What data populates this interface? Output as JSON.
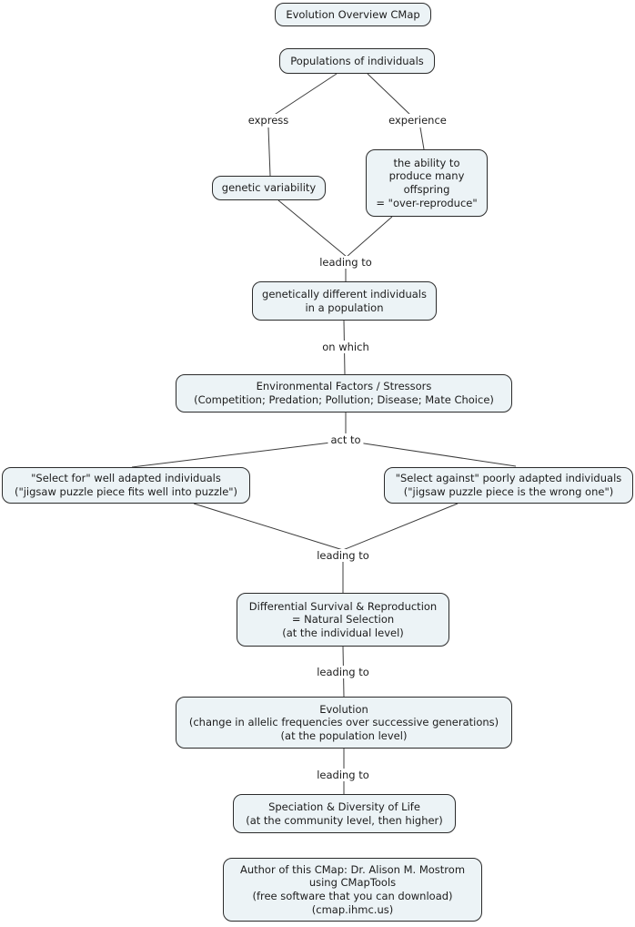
{
  "map": {
    "title": "Evolution Overview CMap",
    "tool": "CMapTools"
  },
  "colors": {
    "node_fill": "#ecf3f6",
    "node_border": "#2b2b2b",
    "line": "#3c3c3c",
    "text": "#1c1c1c",
    "background": "#ffffff"
  },
  "nodes": {
    "title": {
      "text": "Evolution Overview CMap"
    },
    "populations": {
      "text": "Populations of individuals"
    },
    "genetic_variability": {
      "text": "genetic variability"
    },
    "over_reproduce": {
      "text": "the ability to\nproduce many\noffspring\n= \"over-reproduce\""
    },
    "genetically_different": {
      "text": "genetically different individuals\nin a population"
    },
    "environmental_factors": {
      "text": "Environmental Factors / Stressors\n(Competition; Predation; Pollution; Disease; Mate Choice)"
    },
    "select_for": {
      "text": "\"Select for\" well adapted individuals\n(\"jigsaw puzzle piece fits well into puzzle\")"
    },
    "select_against": {
      "text": "\"Select against\" poorly adapted individuals\n(\"jigsaw puzzle piece is the wrong one\")"
    },
    "differential_survival": {
      "text": "Differential Survival & Reproduction\n= Natural Selection\n(at the individual level)"
    },
    "evolution": {
      "text": "Evolution\n(change in allelic frequencies over successive generations)\n(at the population level)"
    },
    "speciation": {
      "text": "Speciation & Diversity of Life\n(at the community level, then higher)"
    },
    "author": {
      "text": "Author of this CMap:  Dr. Alison M. Mostrom\nusing CMapTools\n(free software that you can download)\n(cmap.ihmc.us)"
    }
  },
  "linking_phrases": {
    "express": "express",
    "experience": "experience",
    "leading_to_1": "leading to",
    "on_which": "on which",
    "act_to": "act to",
    "leading_to_2": "leading to",
    "leading_to_3": "leading to",
    "leading_to_4": "leading to"
  }
}
